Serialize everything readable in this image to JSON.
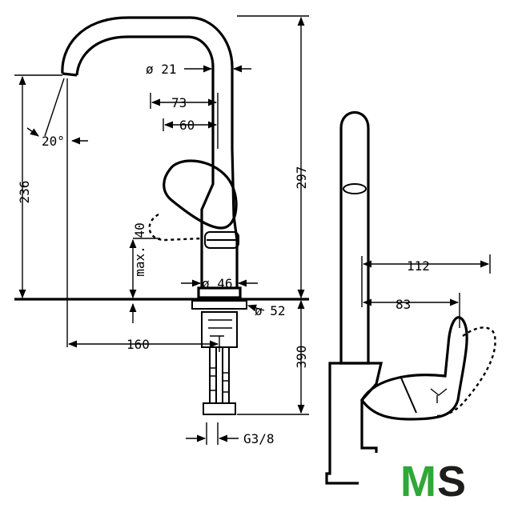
{
  "dimensions": {
    "spout_diameter": "ø 21",
    "spout_angle": "20°",
    "reach_73": "73",
    "reach_60": "60",
    "spout_height": "297",
    "outlet_height": "236",
    "lever_clearance": "max. 40",
    "base_diameter": "ø 46",
    "flange_diameter": "ø 52",
    "projection": "160",
    "hose_length": "390",
    "connection": "G3/8",
    "side_depth": "112",
    "lever_depth": "83"
  },
  "logo": {
    "text_m": "M",
    "text_s": "S",
    "color_m": "#2ea836",
    "color_s": "#1d1d1b"
  }
}
